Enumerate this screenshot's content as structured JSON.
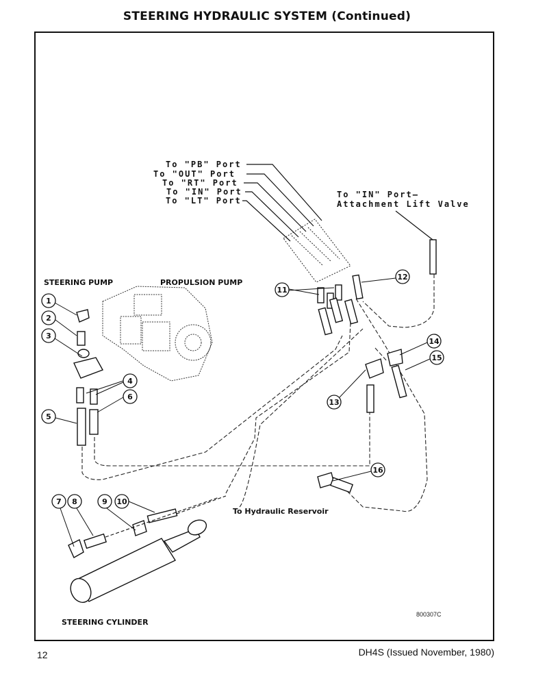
{
  "header": {
    "title": "STEERING HYDRAULIC SYSTEM (Continued)"
  },
  "diagram": {
    "port_labels": [
      "To \"PB\" Port",
      "To \"OUT\" Port",
      "To \"RT\" Port",
      "To \"IN\" Port",
      "To \"LT\" Port"
    ],
    "lift_valve_label_1": "To \"IN\" Port—",
    "lift_valve_label_2": "Attachment Lift Valve",
    "steering_pump": "STEERING PUMP",
    "propulsion_pump": "PROPULSION PUMP",
    "reservoir": "To Hydraulic Reservoir",
    "steering_cylinder": "STEERING CYLINDER",
    "figure_code": "800307C",
    "callouts": [
      "1",
      "2",
      "3",
      "4",
      "5",
      "6",
      "7",
      "8",
      "9",
      "10",
      "11",
      "12",
      "13",
      "14",
      "15",
      "16"
    ]
  },
  "footer": {
    "page_number": "12",
    "issue": "DH4S (Issued November, 1980)"
  }
}
